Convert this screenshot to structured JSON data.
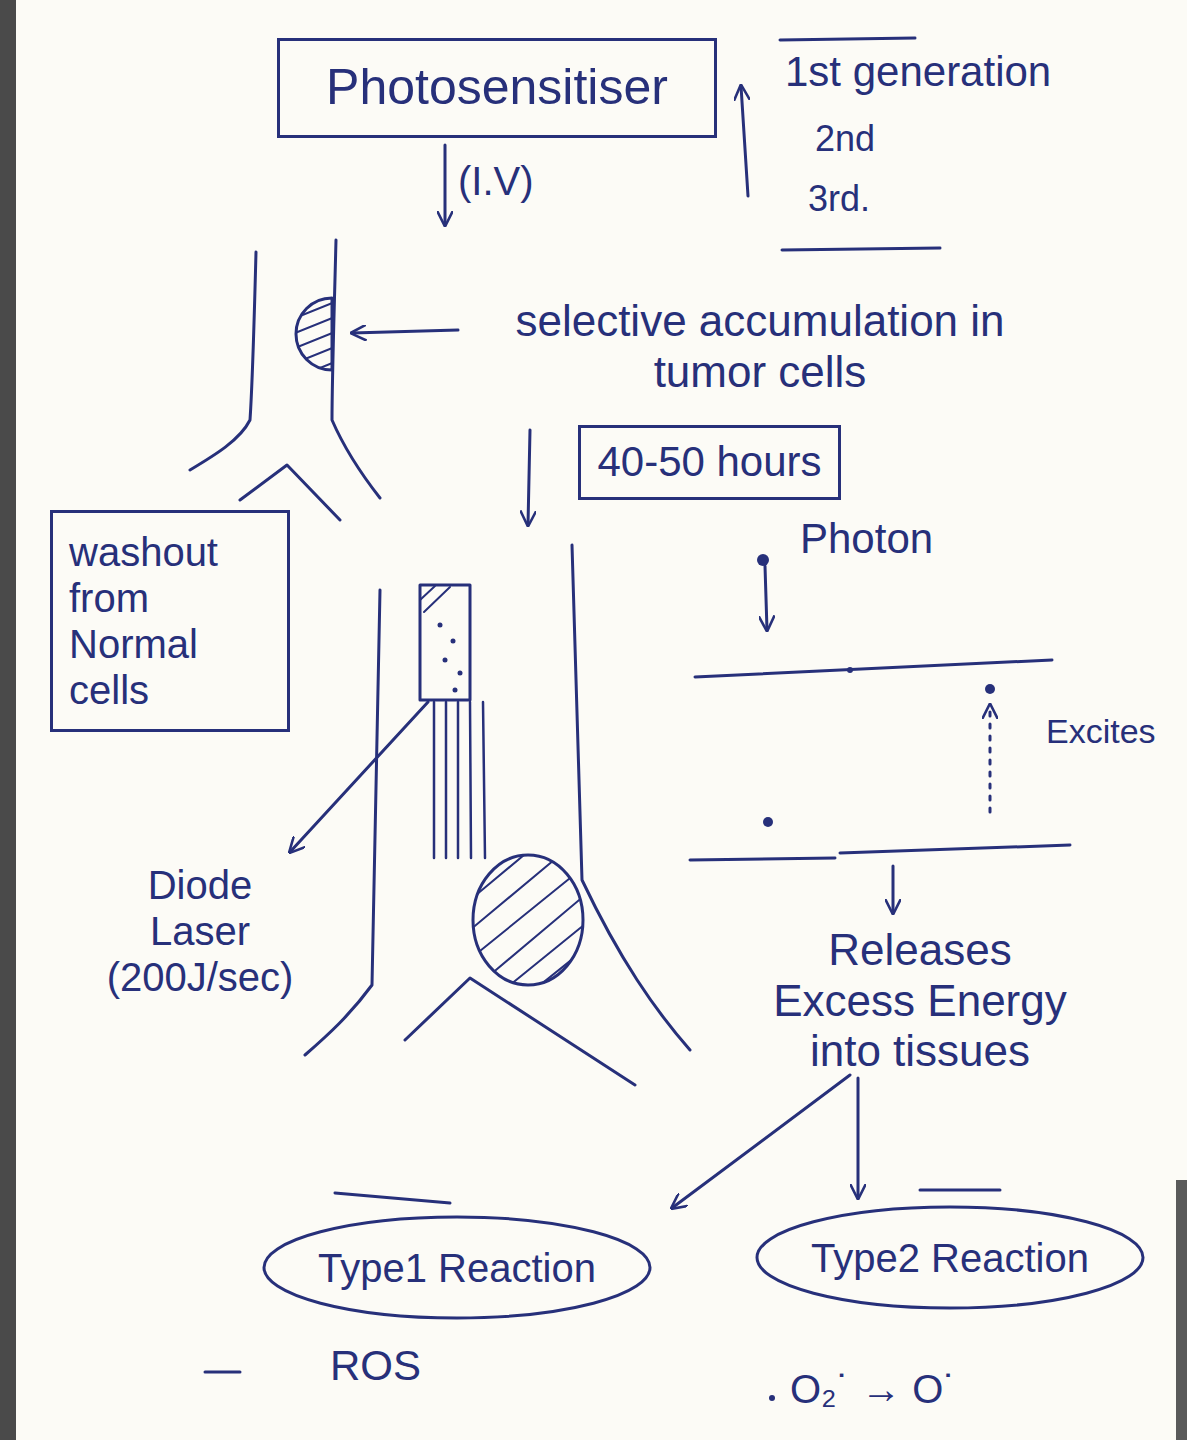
{
  "diagram": {
    "nodes": [
      {
        "text": [
          "Photosensitiser"
        ]
      },
      {
        "text": [
          "40-50 hours"
        ]
      },
      {
        "text": [
          "washout from Normal cells"
        ]
      },
      {
        "text": [
          "Type1 Reaction"
        ]
      },
      {
        "text": [
          "Type2 Reaction"
        ]
      }
    ],
    "labels": [
      "1st generation",
      "2nd",
      "3rd.",
      "(I.V)",
      "selective accumulation in tumor cells",
      "Photon",
      "Excites",
      "Diode Laser (200J/sec)",
      "Releases Excess Energy into tissues",
      "ROS",
      "O₂˙ → O˙"
    ]
  }
}
